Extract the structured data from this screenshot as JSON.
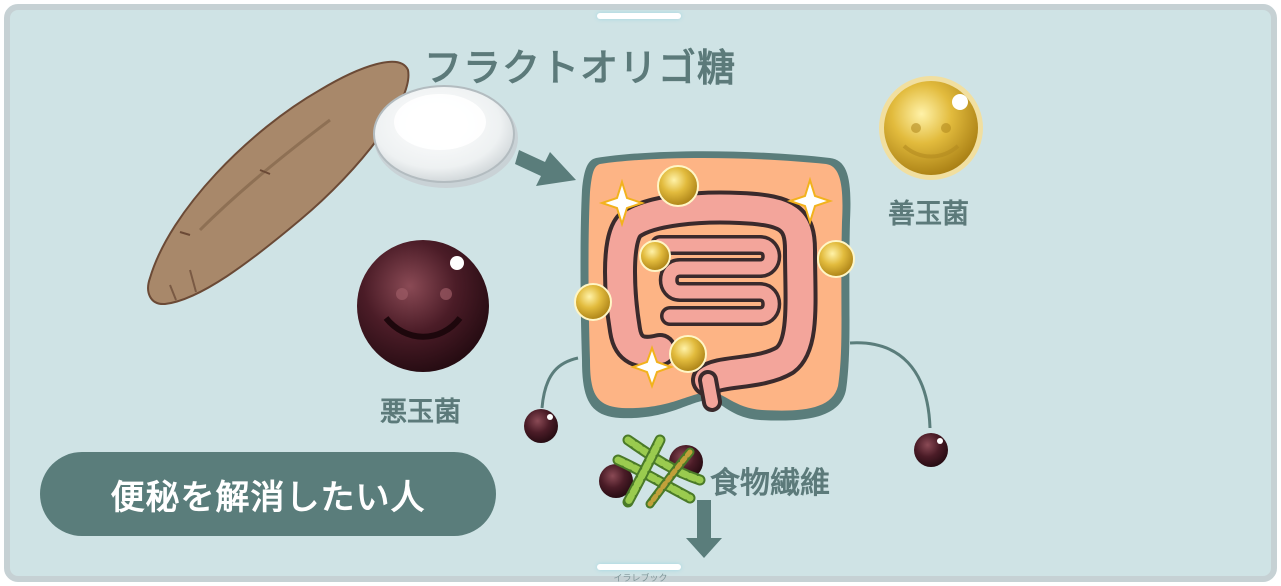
{
  "labels": {
    "fructooligosaccharide": "フラクトオリゴ糖",
    "good_bacteria": "善玉菌",
    "bad_bacteria": "悪玉菌",
    "dietary_fiber": "食物繊維",
    "target_person": "便秘を解消したい人"
  },
  "watermark": "イラレブック",
  "colors": {
    "background": "#cfe3e5",
    "text_teal": "#5c7a7a",
    "pill": "#5a7d7b",
    "intestine_box": "#fdb485",
    "intestine": "#f3a59b",
    "good_bacteria_gold": "#d9b13b",
    "bad_bacteria_dark": "#4a1c26",
    "sweet_potato": "#a8886a"
  }
}
